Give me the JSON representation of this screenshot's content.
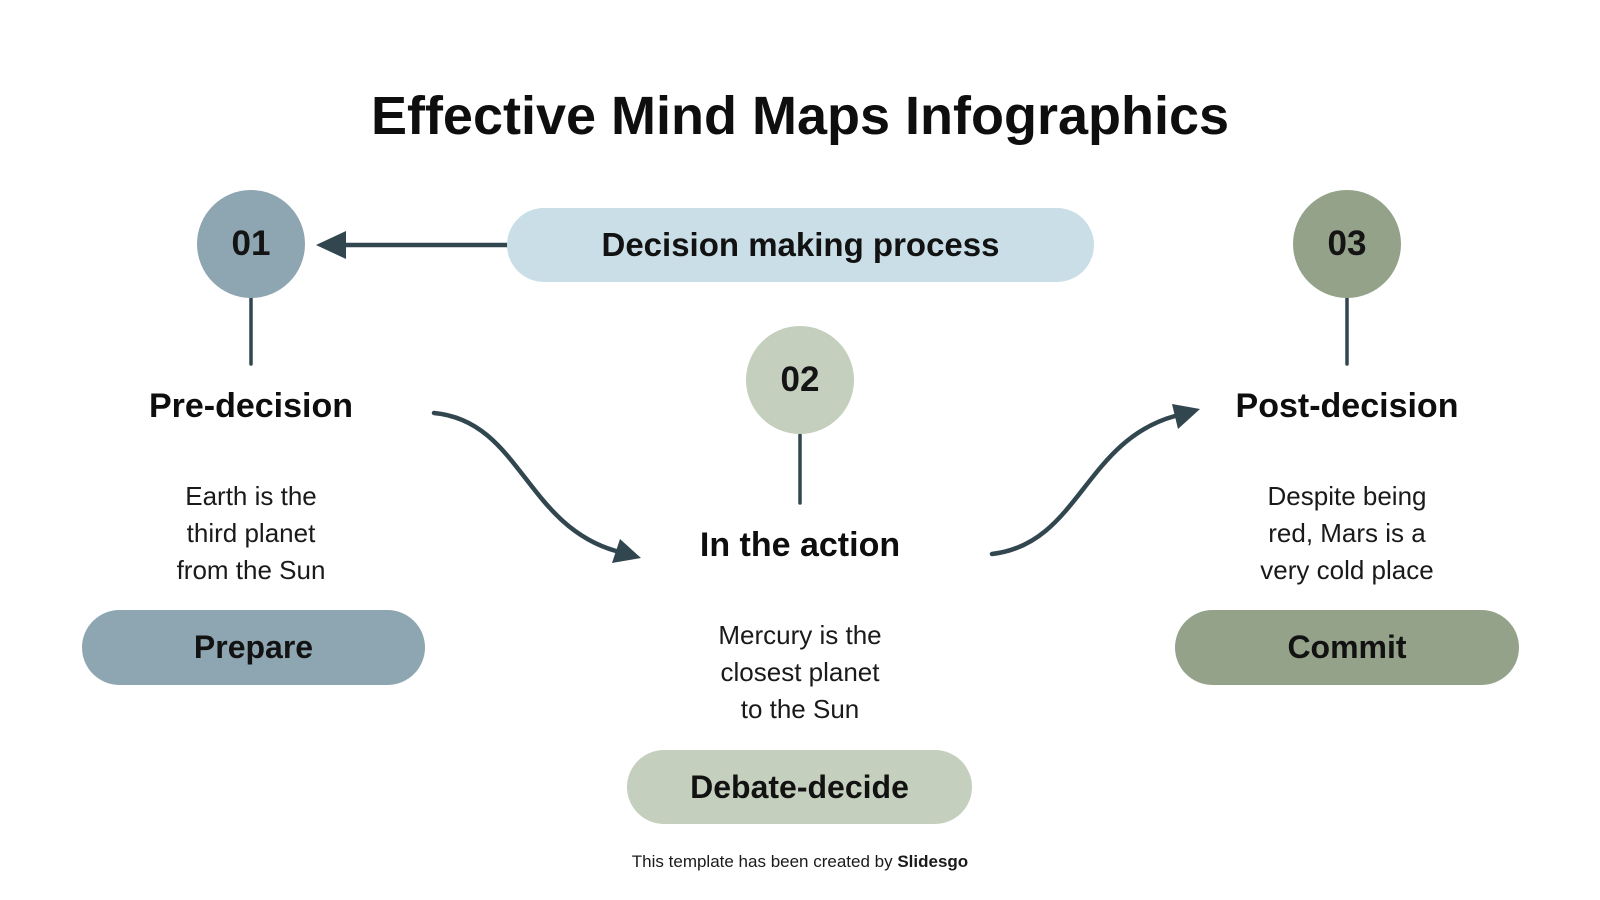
{
  "title": "Effective Mind Maps Infographics",
  "center_pill": {
    "label": "Decision making process",
    "color": "#C9DEE6"
  },
  "nodes": [
    {
      "number": "01",
      "heading": "Pre-decision",
      "body_lines": [
        "Earth is the",
        "third planet",
        "from the Sun"
      ],
      "pill_label": "Prepare",
      "color": "#8DA6B1"
    },
    {
      "number": "02",
      "heading": "In the action",
      "body_lines": [
        "Mercury is the",
        "closest planet",
        "to the Sun"
      ],
      "pill_label": "Debate-decide",
      "color": "#C4CFBE"
    },
    {
      "number": "03",
      "heading": "Post-decision",
      "body_lines": [
        "Despite being",
        "red, Mars is a",
        "very cold place"
      ],
      "pill_label": "Commit",
      "color": "#94A28A"
    }
  ],
  "footer": {
    "prefix": "This template has been created by ",
    "brand": "Slidesgo"
  },
  "colors": {
    "connector": "#31464F",
    "background": "#FFFFFF"
  }
}
